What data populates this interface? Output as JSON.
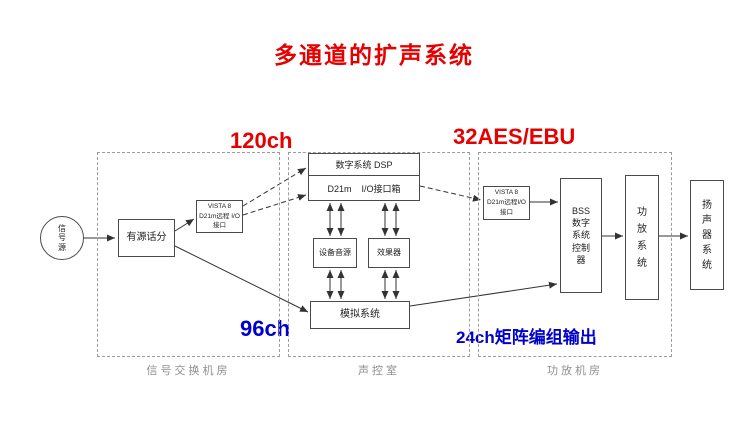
{
  "title": "多通道的扩声系统",
  "annotations": {
    "top_left": "120ch",
    "top_right": "32AES/EBU",
    "bottom_left": "96ch",
    "bottom_right": "24ch矩阵编组输出"
  },
  "colors": {
    "accent_red": "#e60000",
    "accent_blue": "#0000cc",
    "line": "#333333",
    "region_border": "#9c9c9c"
  },
  "regions": {
    "signal_room": {
      "label": "信号交换机房"
    },
    "control_room": {
      "label": "声控室"
    },
    "amp_room": {
      "label": "功放机房"
    }
  },
  "nodes": {
    "signal_source": "信\n号\n源",
    "mic_splitter": "有源话分",
    "vista_io_left": "VISTA 8\nD21m远程 I/O\n接口",
    "dsp": "数字系统 DSP",
    "io_box": "D21m    I/O接口箱",
    "device_source": "设备音源",
    "effects": "效果器",
    "analog_system": "模拟系统",
    "vista_io_right": "VISTA 8\nD21m远程I/O\n接口",
    "bss_controller": "BSS\n数字\n系统\n控制\n器",
    "amp_system": "功\n放\n系\n统",
    "speaker_system": "扬\n声\n器\n系\n统"
  }
}
